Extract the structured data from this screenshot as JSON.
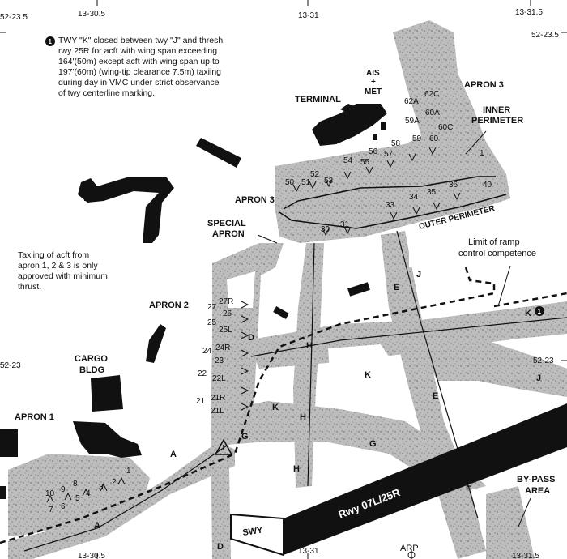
{
  "coords": {
    "top": [
      "13-30.5",
      "13-31",
      "13-31.5"
    ],
    "bottom": [
      "13-30.5",
      "13-31",
      "13-31.5"
    ],
    "left": [
      "52-23.5",
      "52-23"
    ],
    "right": [
      "52-23.5",
      "52-23"
    ]
  },
  "notes": {
    "circled_number": "1",
    "note1_lines": [
      "TWY \"K\" closed between twy \"J\" and thresh",
      "rwy 25R for acft with wing span exceeding",
      "164'(50m) except acft with wing span up to",
      "197'(60m) (wing-tip clearance 7.5m) taxiing",
      "during day in VMC under strict observance",
      "of twy centerline marking."
    ],
    "taxi_note_lines": [
      "Taxiing of acft from",
      "apron 1, 2 & 3 is only",
      "approved with minimum",
      "thrust."
    ]
  },
  "areas": {
    "apron3_right": "APRON 3",
    "apron3_left": "APRON 3",
    "apron2": "APRON 2",
    "apron1": "APRON 1",
    "special_apron": [
      "SPECIAL",
      "APRON"
    ],
    "terminal": "TERMINAL",
    "ais_met": [
      "AIS",
      "+",
      "MET"
    ],
    "cargo_bldg": [
      "CARGO",
      "BLDG"
    ],
    "inner_perimeter": [
      "INNER",
      "PERIMETER"
    ],
    "outer_perimeter": "OUTER PERIMETER",
    "limit": [
      "Limit of ramp",
      "control competence"
    ],
    "bypass": [
      "BY-PASS",
      "AREA"
    ],
    "arp": "ARP"
  },
  "runway": {
    "name": "Rwy 07L/25R",
    "swy": "SWY"
  },
  "taxiways": {
    "K": "K",
    "J": "J",
    "H": "H",
    "E": "E",
    "G": "G",
    "A": "A",
    "D": "D"
  },
  "stands": {
    "apron3_top": [
      "62A",
      "62C",
      "60A",
      "59A",
      "60C",
      "58",
      "59",
      "60",
      "56",
      "57",
      "54",
      "55",
      "1",
      "50",
      "51",
      "52",
      "53",
      "33",
      "34",
      "35",
      "36",
      "40",
      "30",
      "31"
    ],
    "apron2": [
      "27R",
      "27",
      "26",
      "25",
      "25L",
      "24",
      "24R",
      "23",
      "22",
      "22L",
      "21",
      "21R",
      "21L"
    ],
    "apron1": [
      "10",
      "9",
      "8",
      "7",
      "6",
      "5",
      "4",
      "3",
      "2",
      "1"
    ]
  }
}
